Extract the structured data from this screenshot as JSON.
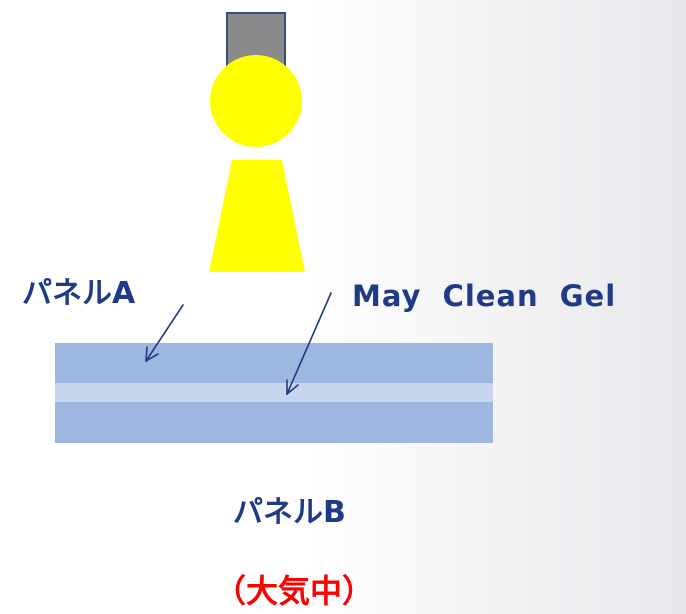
{
  "labels": {
    "panel_a": "パネルA",
    "gel": "May  Clean  Gel",
    "panel_b": "パネルB",
    "condition": "（大気中）"
  },
  "colors": {
    "label_text": "#1f3b87",
    "condition_text": "#ff0000",
    "lamp": "#ffff00",
    "lamp_cap": "#8a8a8a",
    "panel": "#9eb7e0",
    "gel_layer": "#c7d6ee"
  },
  "icons": {
    "light_source": "uv-lamp-icon"
  }
}
